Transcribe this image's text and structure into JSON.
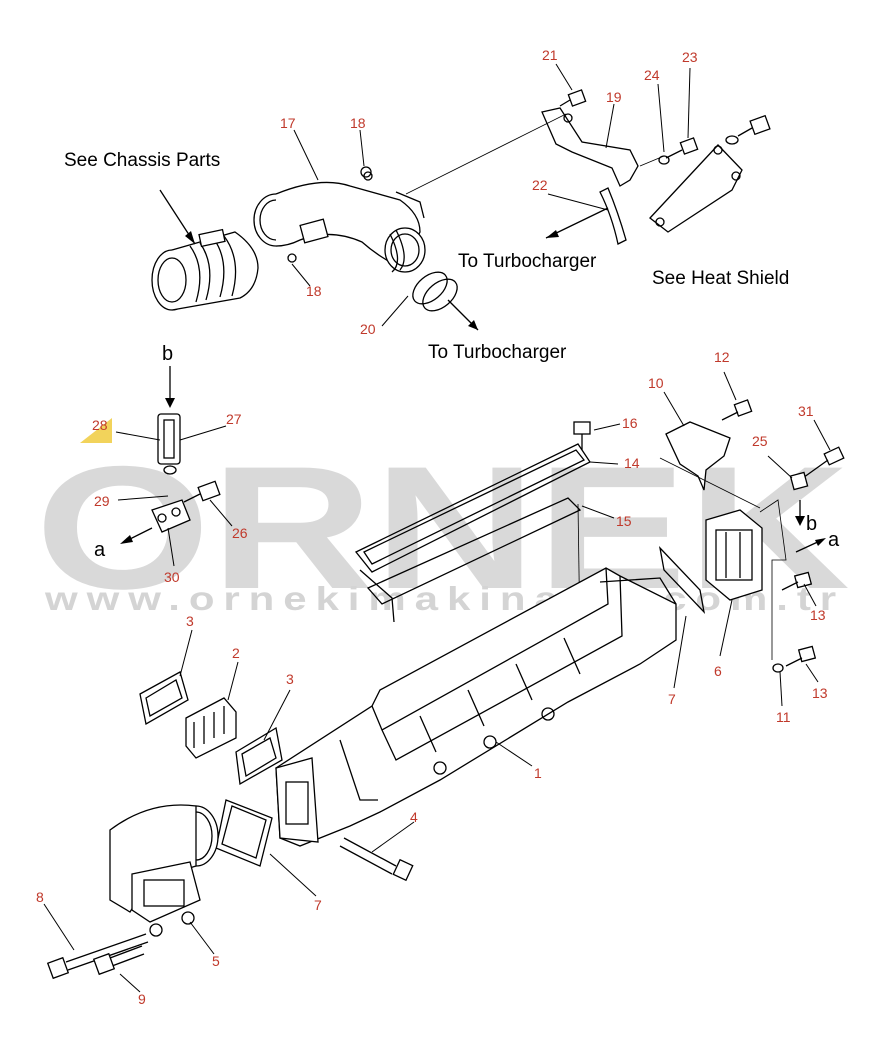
{
  "watermark": {
    "brand": "ORNEK",
    "url": "www.ornekimakinalar.com.tr"
  },
  "callouts": {
    "see_chassis": "See Chassis Parts",
    "see_heat_shield": "See Heat Shield",
    "to_turbo_1": "To Turbocharger",
    "to_turbo_2": "To Turbocharger",
    "a_left": "a",
    "a_right": "a",
    "b_top": "b",
    "b_right": "b"
  },
  "part_numbers": [
    "21",
    "19",
    "24",
    "23",
    "17",
    "18",
    "22",
    "18",
    "20",
    "12",
    "10",
    "16",
    "31",
    "25",
    "14",
    "28",
    "27",
    "15",
    "29",
    "26",
    "30",
    "3",
    "2",
    "3",
    "6",
    "13",
    "13",
    "11",
    "7",
    "1",
    "4",
    "7",
    "8",
    "5",
    "9"
  ],
  "colors": {
    "part_number": "#c0392b",
    "watermark": "#d9d9d9",
    "accent_triangle": "#f2d35b"
  }
}
